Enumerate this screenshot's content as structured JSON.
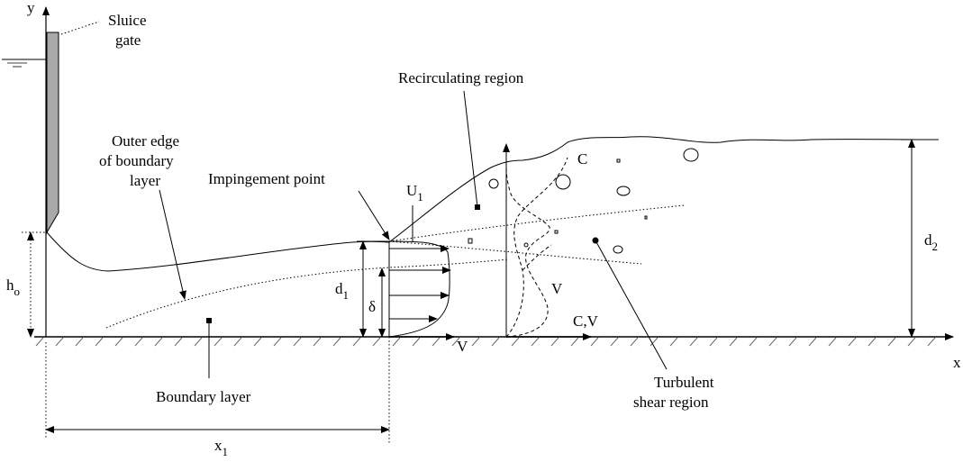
{
  "labels": {
    "y_axis": "y",
    "x_axis": "x",
    "sluice_gate_line1": "Sluice",
    "sluice_gate_line2": "gate",
    "recirculating": "Recirculating region",
    "outer_edge_line1": "Outer edge",
    "outer_edge_line2": "of boundary",
    "outer_edge_line3": "layer",
    "impingement": "Impingement point",
    "u1_main": "U",
    "u1_sub": "1",
    "h0_main": "h",
    "h0_sub": "o",
    "d1_main": "d",
    "d1_sub": "1",
    "delta": "δ",
    "v_profile": "V",
    "cv_axis": "C,V",
    "c_curve": "C",
    "v_curve": "V",
    "d2_main": "d",
    "d2_sub": "2",
    "boundary_layer": "Boundary layer",
    "turbulent_line1": "Turbulent",
    "turbulent_line2": "shear region",
    "x1_main": "x",
    "x1_sub": "1"
  }
}
